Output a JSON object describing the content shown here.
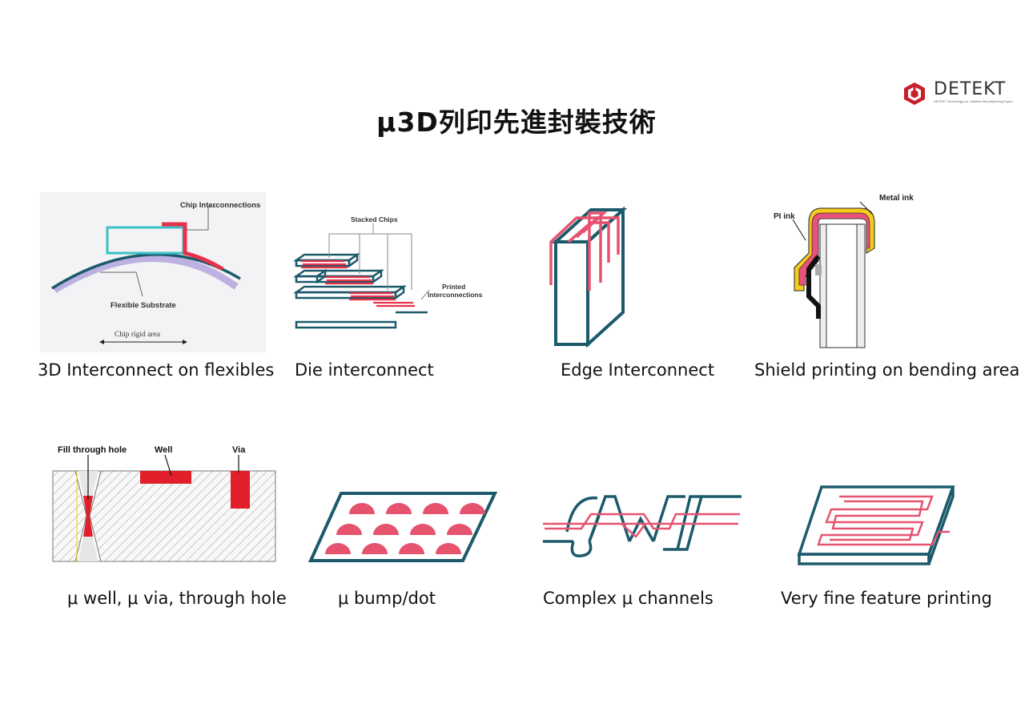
{
  "title": "μ3D列印先進封裝技術",
  "logo": {
    "name": "DETEKT",
    "tagline": "DETEKT Technology Inc. Additive Manufacturing Expert"
  },
  "colors": {
    "teal": "#1c5a6b",
    "red": "#e8324a",
    "pink": "#e5536f",
    "yellow": "#f5cc1d",
    "lavender": "#b2a4dc"
  },
  "panels": [
    {
      "caption": "3D Interconnect on flexibles",
      "labels": {
        "chip": "Chip Interconnections",
        "substrate": "Flexible Substrate",
        "rigid": "Chip rigid area"
      }
    },
    {
      "caption": "Die interconnect",
      "labels": {
        "stacked": "Stacked Chips",
        "printed_1": "Printed",
        "printed_2": "Interconnections"
      }
    },
    {
      "caption": "Edge Interconnect"
    },
    {
      "caption": "Shield printing on bending area",
      "labels": {
        "metal": "Metal ink",
        "pi": "PI ink"
      }
    },
    {
      "caption": "μ well, μ via, through hole",
      "labels": {
        "fill": "Fill through hole",
        "well": "Well",
        "via": "Via"
      }
    },
    {
      "caption": "μ bump/dot"
    },
    {
      "caption": "Complex μ channels"
    },
    {
      "caption": "Very fine feature printing"
    }
  ]
}
